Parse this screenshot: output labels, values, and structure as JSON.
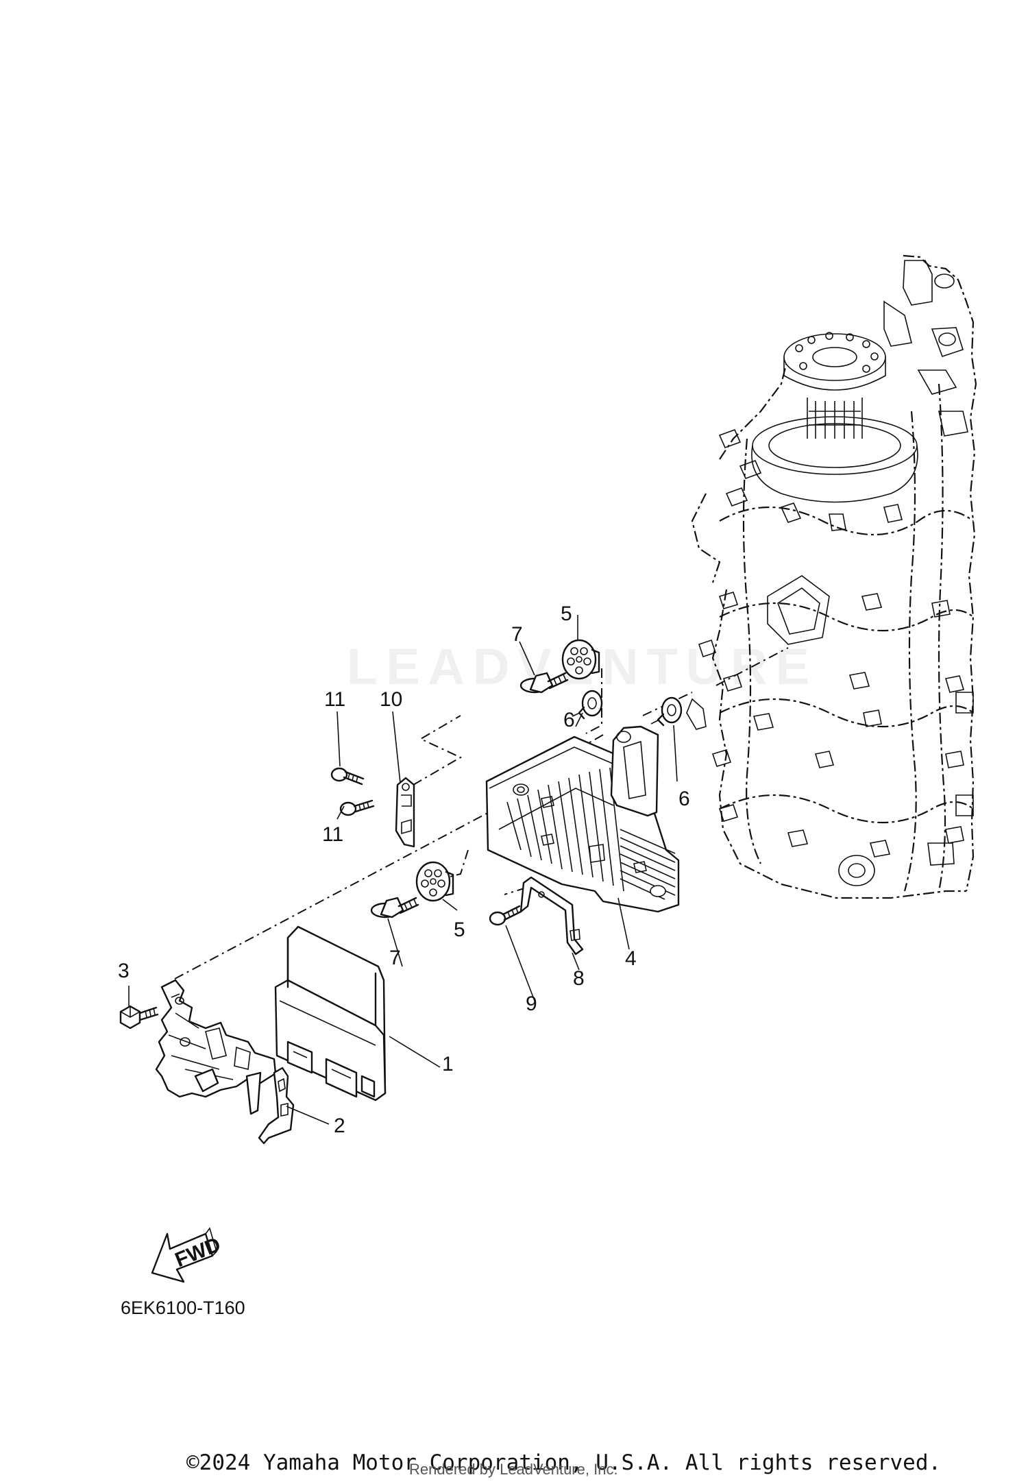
{
  "callouts": {
    "c1": "1",
    "c2": "2",
    "c3": "3",
    "c4": "4",
    "c5a": "5",
    "c5b": "5",
    "c6a": "6",
    "c6b": "6",
    "c7a": "7",
    "c7b": "7",
    "c8": "8",
    "c9": "9",
    "c10": "10",
    "c11a": "11",
    "c11b": "11"
  },
  "fwd_label": "FWD",
  "diagram_code": "6EK6100-T160",
  "copyright": "©2024 Yamaha Motor Corporation, U.S.A. All rights reserved.",
  "rendered_by": "Rendered by LeadVenture, Inc.",
  "watermark": "LEADVENTURE"
}
